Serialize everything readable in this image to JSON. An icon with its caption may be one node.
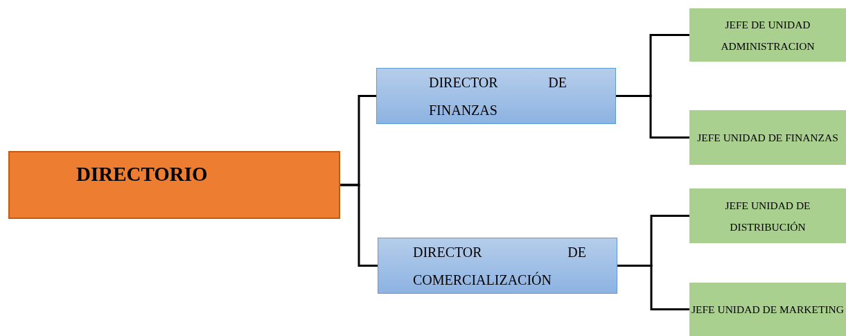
{
  "diagram": {
    "nodes": [
      {
        "text": [
          "DIRECTORIO"
        ]
      },
      {
        "text": [
          "DIRECTOR DE FINANZAS"
        ]
      },
      {
        "text": [
          "DIRECTOR DE COMERCIALIZACIÓN"
        ]
      },
      {
        "text": [
          "JEFE DE UNIDAD ADMINISTRACION"
        ]
      },
      {
        "text": [
          "JEFE UNIDAD DE FINANZAS"
        ]
      },
      {
        "text": [
          "JEFE UNIDAD DE DISTRIBUCIÓN"
        ]
      },
      {
        "text": [
          "JEFE UNIDAD DE MARKETING"
        ]
      }
    ],
    "edges": [
      {
        "from": 0,
        "to": 1,
        "arrow": "none"
      },
      {
        "from": 0,
        "to": 2,
        "arrow": "none"
      },
      {
        "from": 1,
        "to": 3,
        "arrow": "none"
      },
      {
        "from": 1,
        "to": 4,
        "arrow": "none"
      },
      {
        "from": 2,
        "to": 5,
        "arrow": "none"
      },
      {
        "from": 2,
        "to": 6,
        "arrow": "none"
      }
    ]
  }
}
